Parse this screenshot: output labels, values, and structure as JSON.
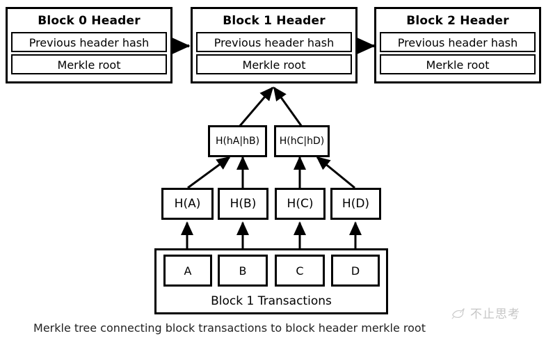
{
  "diagram": {
    "caption": "Merkle tree connecting block transactions to block header merkle root",
    "colors": {
      "stroke": "#000000",
      "background": "#ffffff",
      "caption_text": "#222222",
      "watermark_text": "#777777"
    },
    "blocks": [
      {
        "title": "Block 0 Header",
        "fields": [
          "Previous header hash",
          "Merkle root"
        ]
      },
      {
        "title": "Block 1 Header",
        "fields": [
          "Previous header hash",
          "Merkle root"
        ]
      },
      {
        "title": "Block 2 Header",
        "fields": [
          "Previous header hash",
          "Merkle root"
        ]
      }
    ],
    "merkle": {
      "internal_nodes": [
        "H(hA|hB)",
        "H(hC|hD)"
      ],
      "leaf_hashes": [
        "H(A)",
        "H(B)",
        "H(C)",
        "H(D)"
      ],
      "transactions": [
        "A",
        "B",
        "C",
        "D"
      ],
      "transactions_label": "Block 1 Transactions"
    },
    "watermark": {
      "text": "不止思考",
      "logo": "bird-logo-icon"
    }
  }
}
